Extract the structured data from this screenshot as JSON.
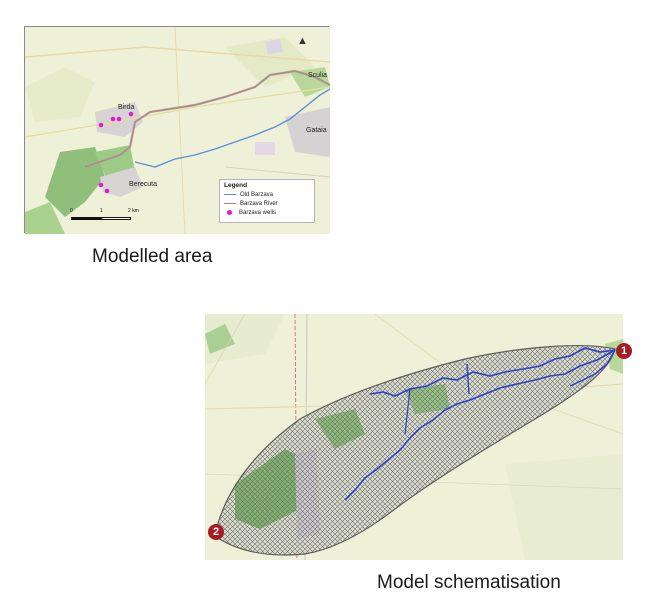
{
  "captions": {
    "top": "Modelled area",
    "bottom": "Model schematisation"
  },
  "map1": {
    "places": {
      "birda": "Birda",
      "berecuta": "Berecuta",
      "sculia": "Sculia",
      "gataia": "Gataia"
    },
    "legend": {
      "title": "Legend",
      "items": [
        {
          "label": "Old Barzava",
          "color": "#5b8fd6",
          "kind": "line"
        },
        {
          "label": "Barzava River",
          "color": "#c97a6a",
          "kind": "line"
        },
        {
          "label": "Barzava wells",
          "color": "#e01bd0",
          "kind": "dot"
        }
      ]
    },
    "scale": {
      "t0": "0",
      "t1": "1",
      "t2": "2 km"
    }
  },
  "map2": {
    "markers": [
      "1",
      "2"
    ]
  },
  "colors": {
    "map_bg": "#eef1d8",
    "forest": "#8fbf7a",
    "river": "#2f3fd0",
    "hatch": "#7b7b7b",
    "marker": "#a51c24"
  }
}
